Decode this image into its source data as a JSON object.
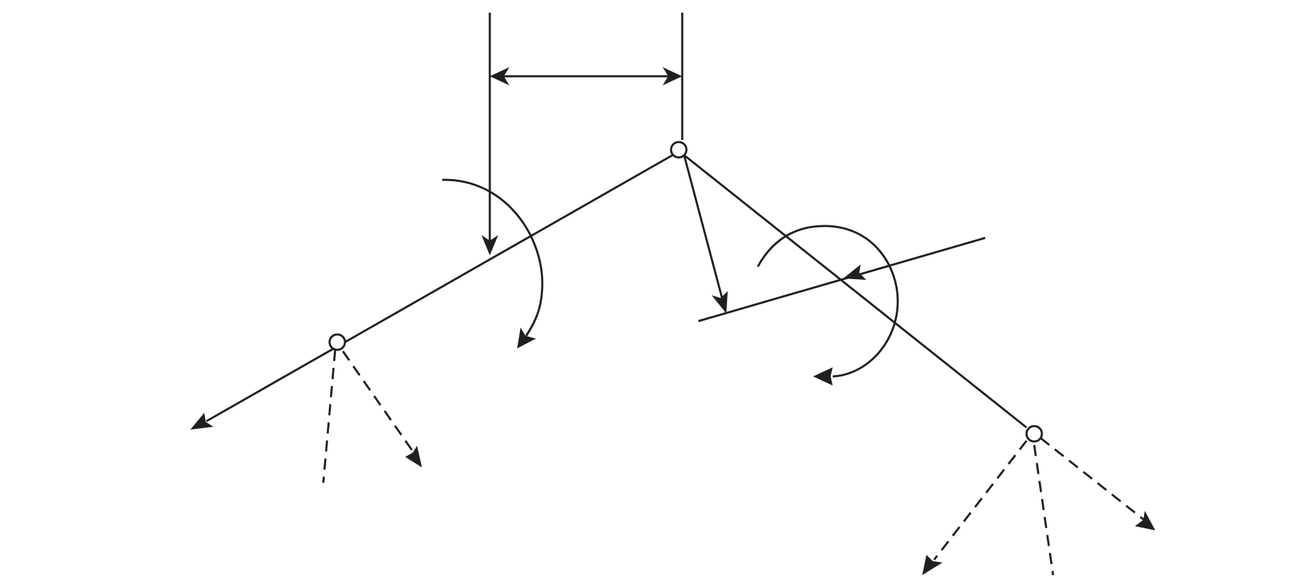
{
  "diagram": {
    "ink_color": "#231f20",
    "background_color": "#ffffff",
    "nodes": [
      "top-hinge",
      "left-hinge",
      "right-hinge"
    ],
    "members": [
      "left-member",
      "right-member",
      "inclined-plane-line"
    ],
    "notes": []
  }
}
